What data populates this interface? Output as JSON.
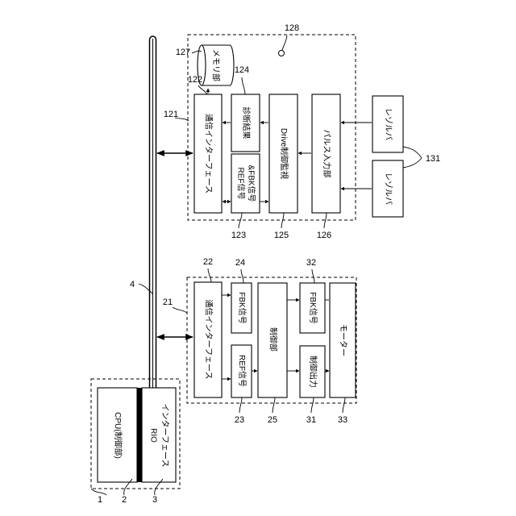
{
  "diagram": {
    "labels": {
      "cpu": "CPU(制御部)",
      "rio_line1": "RIO",
      "rio_line2": "インターフェース",
      "comm_if_a": "通信インターフェース",
      "ref_signal": "REF信号",
      "fbk_signal": "FBK信号",
      "control_unit": "制御部",
      "control_output": "制御出力",
      "fbk_signal_motor": "FBK信号",
      "motor": "モーター",
      "comm_if_b": "通信インターフェース",
      "ref_fbk_line1": "REF信号",
      "ref_fbk_line2": "&FBK信号",
      "diagnosis": "診断結果",
      "drive_monitor": "Drive制御監視",
      "pulse_input": "パルス入力部",
      "memory": "メモリ部",
      "resolver_a": "レゾルバ",
      "resolver_b": "レゾルバ"
    },
    "refs": {
      "r1": "1",
      "r2": "2",
      "r3": "3",
      "r4": "4",
      "r21": "21",
      "r22": "22",
      "r23": "23",
      "r24": "24",
      "r25": "25",
      "r31": "31",
      "r32": "32",
      "r33": "33",
      "r121": "121",
      "r122": "122",
      "r123": "123",
      "r124": "124",
      "r125": "125",
      "r126": "126",
      "r127": "127",
      "r128": "128",
      "r131": "131"
    }
  }
}
